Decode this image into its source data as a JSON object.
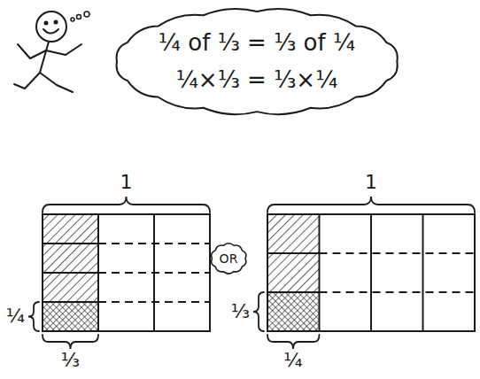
{
  "diagram": {
    "nodes": [
      {
        "text": [
          "¼ of ⅓ = ⅓ of ¼",
          "¼×⅓ = ⅓×¼"
        ]
      },
      {
        "text": [
          "OR"
        ]
      }
    ],
    "labels": [
      "1",
      "¼",
      "⅓",
      "1",
      "⅓",
      "¼"
    ]
  }
}
